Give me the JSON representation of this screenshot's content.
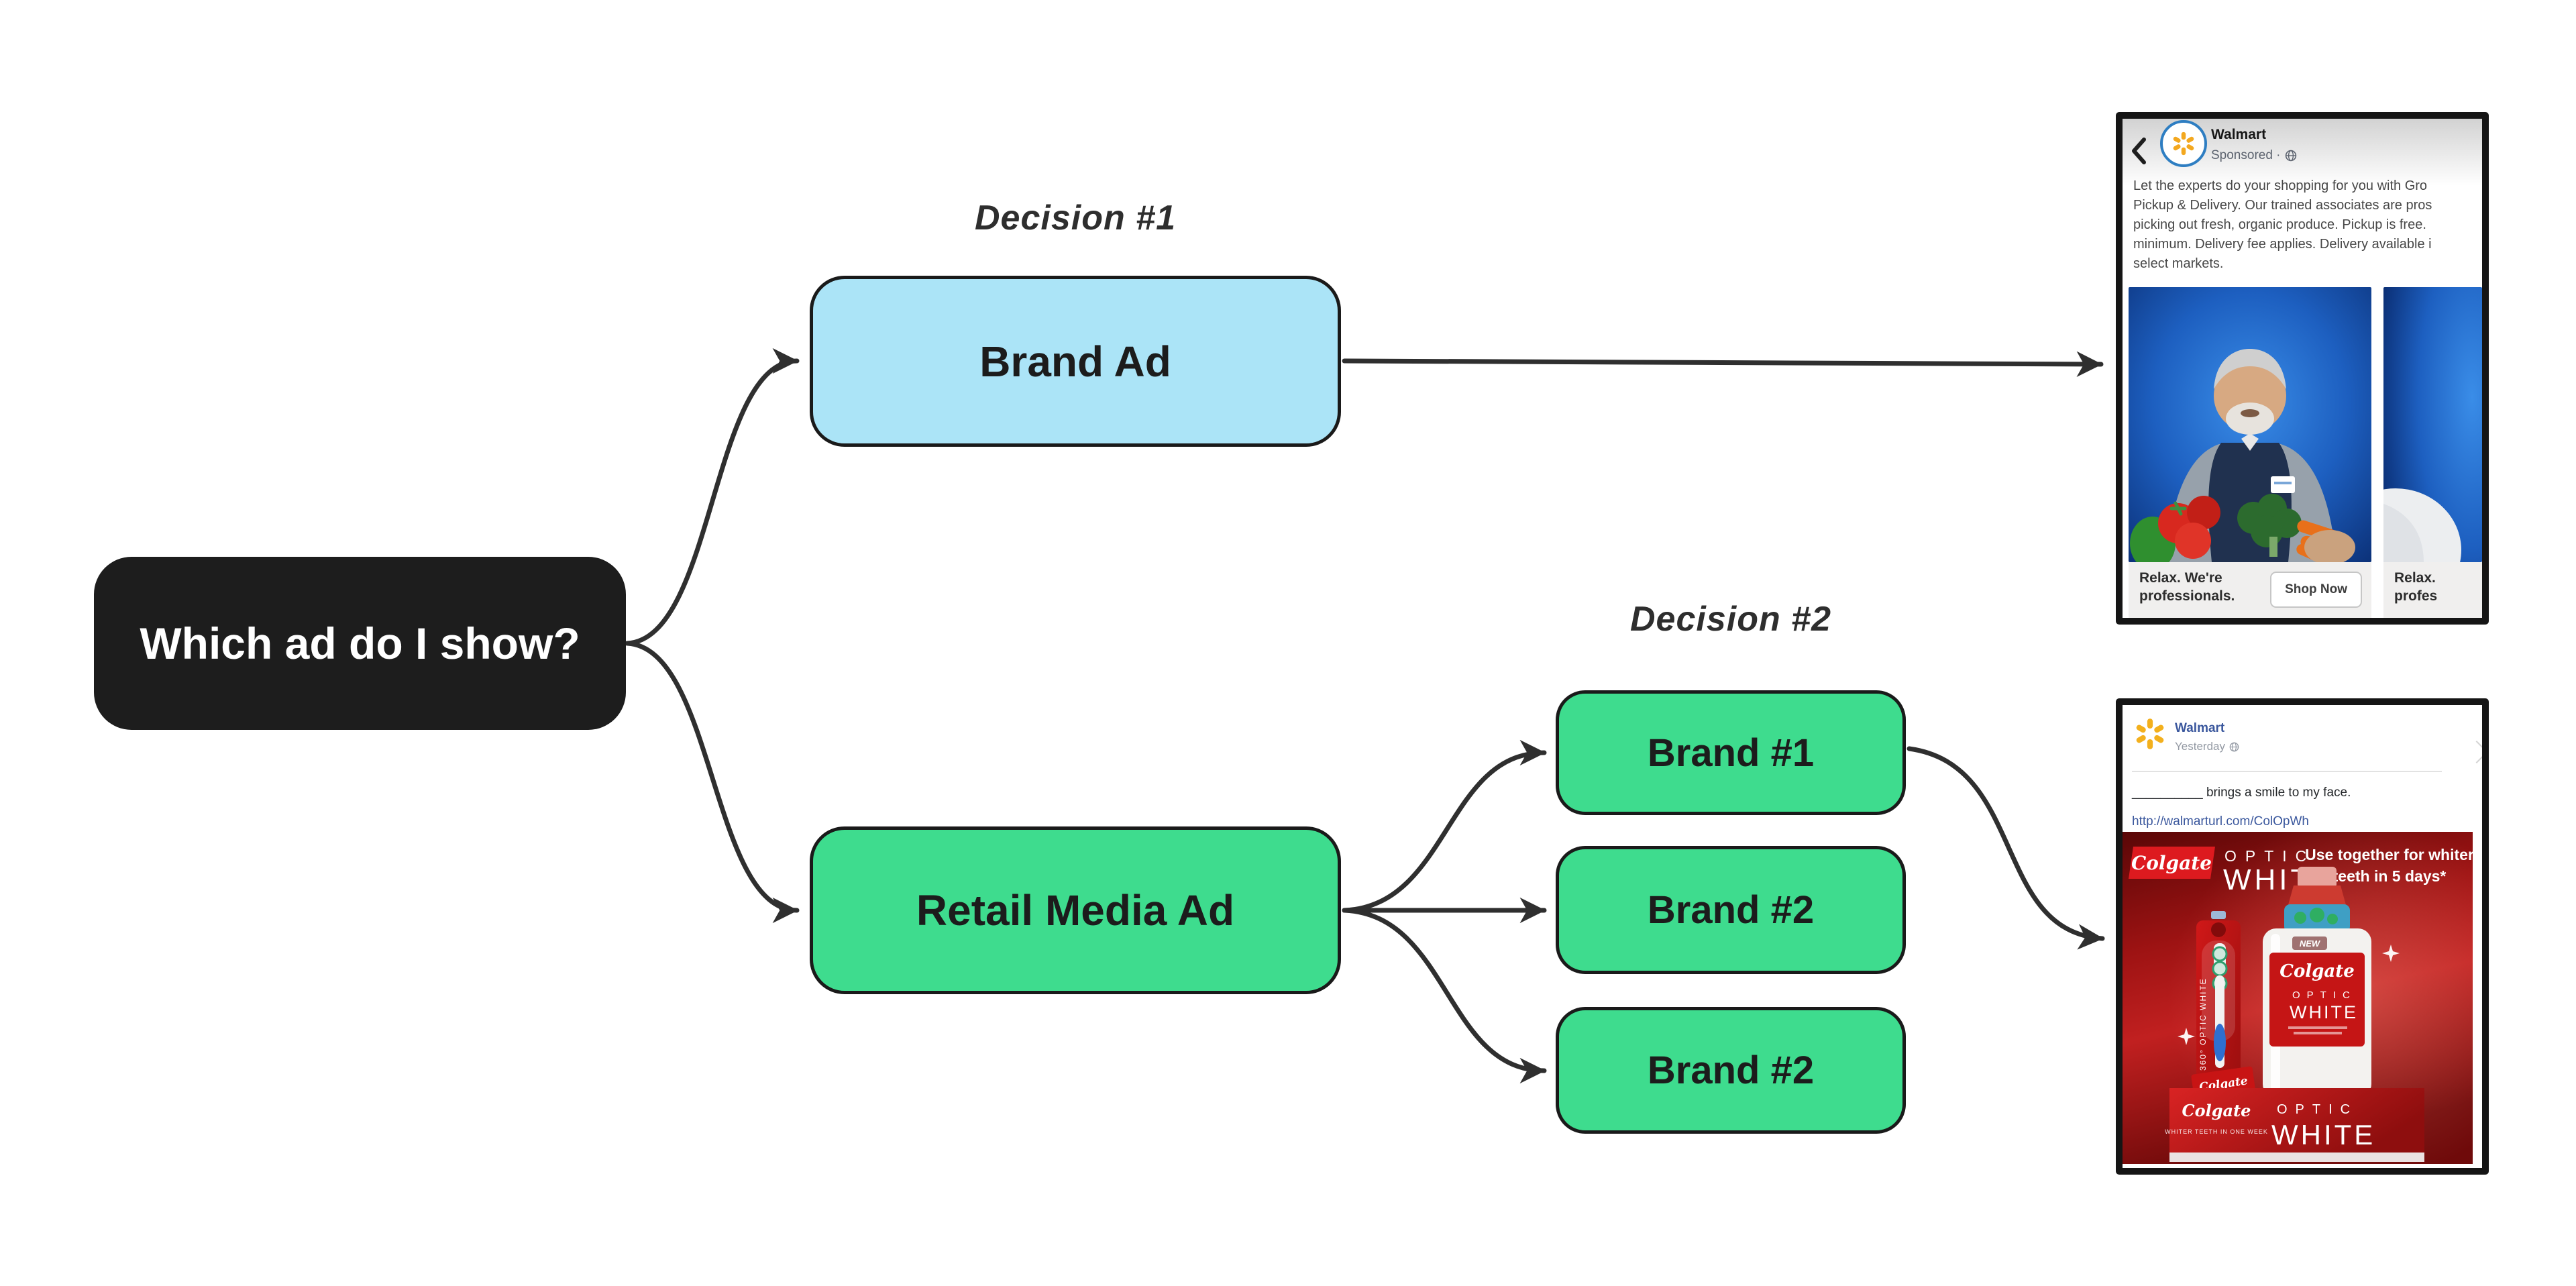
{
  "diagram": {
    "root_label": "Which ad do I show?",
    "decision1_label": "Decision #1",
    "decision2_label": "Decision #2",
    "brand_ad_label": "Brand Ad",
    "retail_media_label": "Retail Media Ad",
    "brand_options": [
      "Brand #1",
      "Brand #2",
      "Brand #2"
    ],
    "colors": {
      "root_bg": "#1d1d1d",
      "brand_ad_bg": "#abe4f7",
      "retail_bg": "#3edc8e",
      "node_border": "#1a1a1a",
      "arrow": "#2f2f2f"
    }
  },
  "brand_ad_preview": {
    "brand": "Walmart",
    "meta": "Sponsored ·",
    "body_lines": [
      "Let the experts do your shopping for you with Gro",
      "Pickup & Delivery. Our trained associates are pros",
      "picking out fresh, organic produce. Pickup is free.",
      "minimum. Delivery fee applies. Delivery available i",
      "select markets."
    ],
    "card1": {
      "title_line1": "Relax. We're",
      "title_line2": "professionals.",
      "cta": "Shop Now"
    },
    "card2": {
      "title_line1": "Relax.",
      "title_line2": "profes"
    }
  },
  "retail_ad_preview": {
    "brand": "Walmart",
    "time": "Yesterday",
    "post_text": "__________ brings a smile to my face.",
    "link": "http://walmarturl.com/ColOpWh",
    "creative": {
      "logo": "Colgate",
      "product_word1": "OPTIC",
      "product_word2": "WHITE",
      "tm": "™",
      "claim_line1": "Use together for whiter",
      "claim_line2": "teeth in 5 days*",
      "new_badge": "NEW",
      "bottle_logo": "Colgate",
      "bottle_word1": "OPTIC",
      "bottle_word2": "WHITE",
      "brush_vertical": "360° OPTIC WHITE",
      "brush_logo": "Colgate",
      "base_logo": "Colgate",
      "base_claim": "WHITER TEETH IN ONE WEEK",
      "base_word1": "OPTIC",
      "base_word2": "WHITE"
    }
  }
}
